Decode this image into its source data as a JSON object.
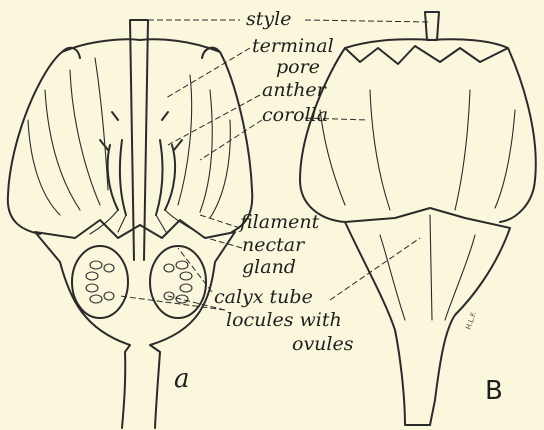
{
  "labels": {
    "style": "style",
    "terminal_pore_1": "terminal",
    "terminal_pore_2": "pore",
    "anther": "anther",
    "corolla": "corolla",
    "filament": "filament",
    "nectar_gland_1": "nectar",
    "nectar_gland_2": "gland",
    "calyx_tube": "calyx tube",
    "locules_1": "locules with",
    "locules_2": "ovules",
    "panel_a": "a",
    "panel_b": "B"
  },
  "signature": "H.L.F."
}
